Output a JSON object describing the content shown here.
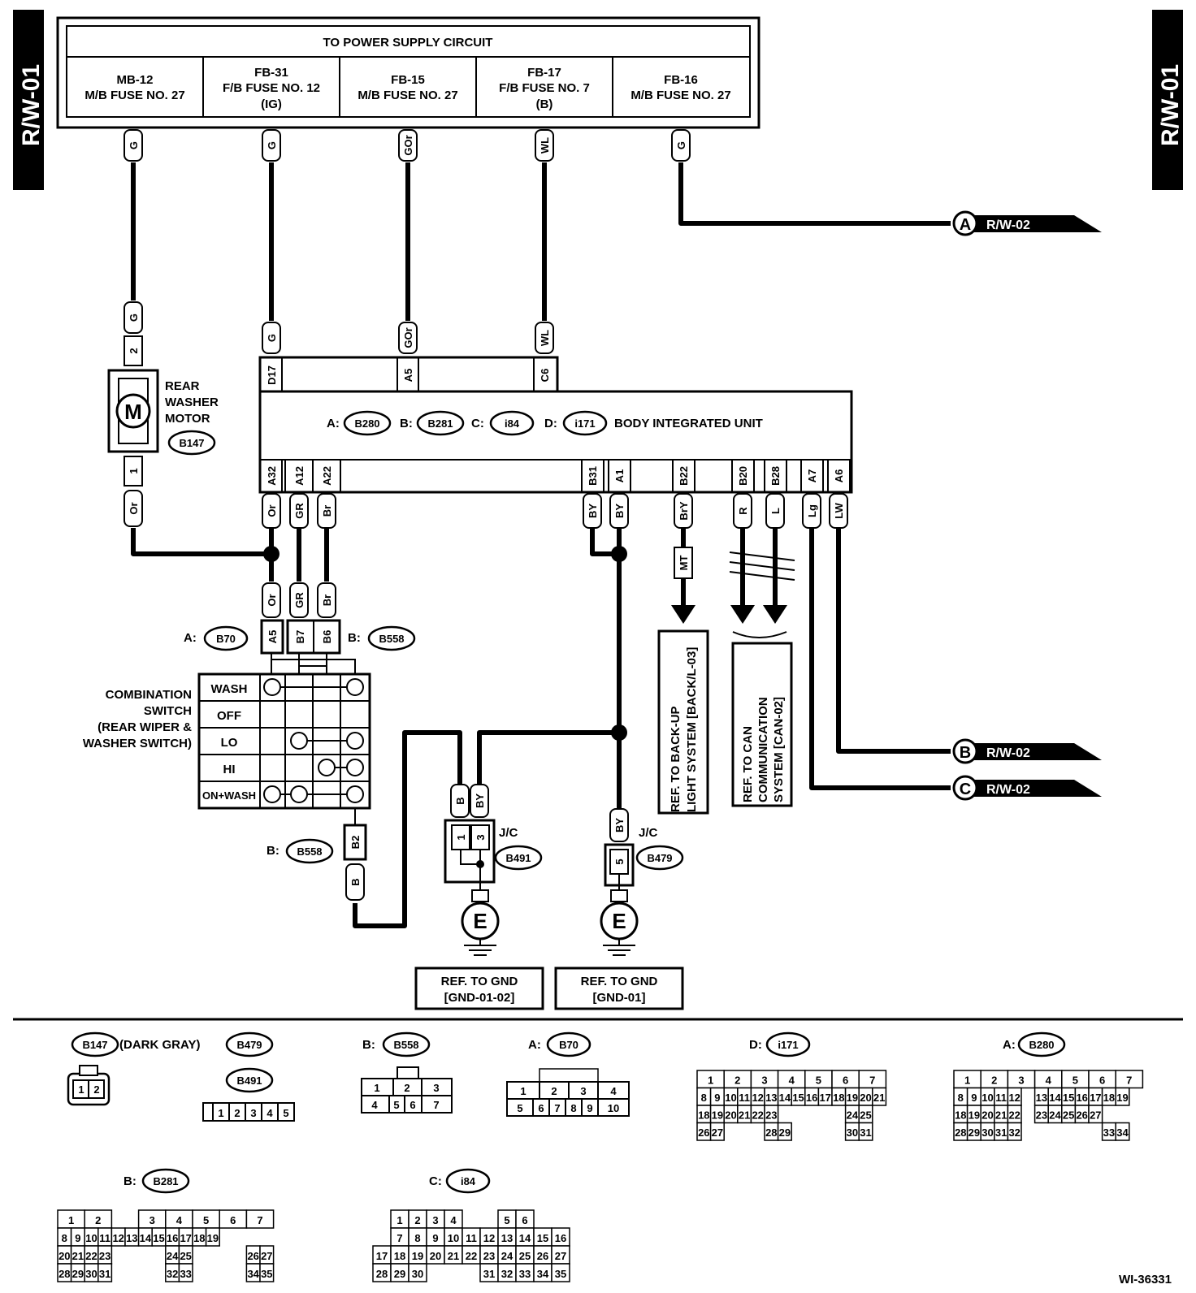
{
  "page_id": "R/W-01",
  "figure_id": "WI-36331",
  "power_supply": {
    "title": "TO POWER SUPPLY CIRCUIT",
    "fuses": [
      {
        "line1": "MB-12",
        "line2": "M/B FUSE NO. 27",
        "line3": ""
      },
      {
        "line1": "FB-31",
        "line2": "F/B FUSE NO. 12",
        "line3": "(IG)"
      },
      {
        "line1": "FB-15",
        "line2": "M/B FUSE NO. 27",
        "line3": ""
      },
      {
        "line1": "FB-17",
        "line2": "F/B FUSE NO. 7",
        "line3": "(B)"
      },
      {
        "line1": "FB-16",
        "line2": "M/B FUSE NO. 27",
        "line3": ""
      }
    ]
  },
  "wire_colors": {
    "fuse_outputs": [
      "G",
      "G",
      "GOr",
      "WL",
      "G"
    ],
    "motor_top": "G",
    "motor_bottom": "Or",
    "biu_top": [
      "G",
      "GOr",
      "WL"
    ],
    "biu_bottom": [
      "Or",
      "GR",
      "Br",
      "BY",
      "BY",
      "BrY",
      "R",
      "L",
      "Lg",
      "LW"
    ],
    "switch_in": [
      "Or",
      "GR",
      "Br"
    ],
    "switch_out": "B",
    "jc_b491": [
      "B",
      "BY"
    ],
    "jc_b479": "BY",
    "backup_mt": "MT"
  },
  "connectors_off_page": [
    {
      "letter": "A",
      "ref": "R/W-02"
    },
    {
      "letter": "B",
      "ref": "R/W-02"
    },
    {
      "letter": "C",
      "ref": "R/W-02"
    }
  ],
  "motor": {
    "label_lines": [
      "REAR",
      "WASHER",
      "MOTOR"
    ],
    "symbol": "M",
    "connector": "B147",
    "pins": [
      "2",
      "1"
    ]
  },
  "body_integrated_unit": {
    "prefixes": [
      "A:",
      "B:",
      "C:",
      "D:"
    ],
    "connectors": [
      "B280",
      "B281",
      "i84",
      "i171"
    ],
    "name": "BODY INTEGRATED UNIT",
    "top_pins": [
      "D17",
      "A5",
      "C6"
    ],
    "bottom_pins": [
      "A32",
      "A12",
      "A22",
      "B31",
      "A1",
      "B22",
      "B20",
      "B28",
      "A7",
      "A6"
    ]
  },
  "combination_switch": {
    "label_lines": [
      "COMBINATION",
      "SWITCH",
      "(REAR WIPER &",
      "WASHER SWITCH)"
    ],
    "positions": [
      "WASH",
      "OFF",
      "LO",
      "HI",
      "ON+WASH"
    ],
    "conn_a_prefix": "A:",
    "conn_a": "B70",
    "conn_b_prefix": "B:",
    "conn_b": "B558",
    "pins_top": [
      "A5",
      "B7",
      "B6"
    ],
    "pin_bottom": "B2",
    "bottom_conn_prefix": "B:",
    "bottom_conn": "B558"
  },
  "joint_connectors": [
    {
      "label": "J/C",
      "connector": "B491",
      "pins": [
        "1",
        "3"
      ]
    },
    {
      "label": "J/C",
      "connector": "B479",
      "pins": [
        "5"
      ]
    }
  ],
  "grounds": [
    {
      "symbol": "E",
      "ref_lines": [
        "REF. TO GND",
        "[GND-01-02]"
      ]
    },
    {
      "symbol": "E",
      "ref_lines": [
        "REF. TO GND",
        "[GND-01]"
      ]
    }
  ],
  "references": {
    "backup": [
      "REF. TO BACK-UP",
      "LIGHT SYSTEM [BACK/L-03]"
    ],
    "can": [
      "REF. TO CAN",
      "COMMUNICATION",
      "SYSTEM [CAN-02]"
    ]
  },
  "connector_views": {
    "b147": {
      "name": "B147",
      "note": "(DARK GRAY)",
      "pins": [
        "1",
        "2"
      ]
    },
    "b479": {
      "name": "B479"
    },
    "b491": {
      "name": "B491",
      "pins": [
        "1",
        "2",
        "3",
        "4",
        "5"
      ]
    },
    "b558": {
      "prefix": "B:",
      "name": "B558",
      "rows": [
        [
          "1",
          "2",
          "3"
        ],
        [
          "4",
          "5",
          "6",
          "7"
        ]
      ]
    },
    "b70": {
      "prefix": "A:",
      "name": "B70",
      "rows": [
        [
          "1",
          "2",
          "3",
          "4"
        ],
        [
          "5",
          "6",
          "7",
          "8",
          "9",
          "10"
        ]
      ]
    },
    "i171": {
      "prefix": "D:",
      "name": "i171"
    },
    "b280": {
      "prefix": "A:",
      "name": "B280"
    },
    "b281": {
      "prefix": "B:",
      "name": "B281"
    },
    "i84": {
      "prefix": "C:",
      "name": "i84"
    }
  }
}
